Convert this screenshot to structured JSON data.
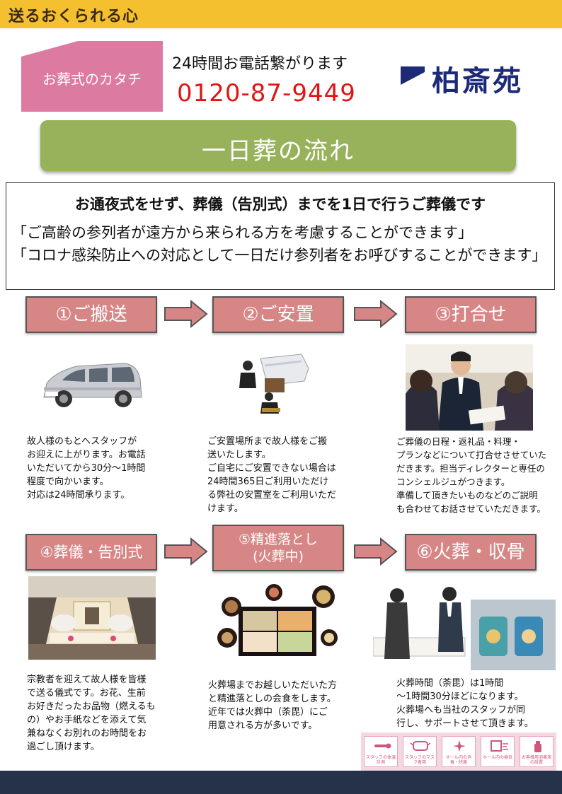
{
  "header": {
    "slogan": "送るおくられる心"
  },
  "brand": {
    "tag": "お葬式のカタチ",
    "hours": "24時間お電話繋がります",
    "phone": "0120-87-9449",
    "logo": "柏斎苑"
  },
  "title": "一日葬の流れ",
  "intro": {
    "heading": "お通夜式をせず、葬儀（告別式）までを1日で行うご葬儀です",
    "line1": "「ご高齢の参列者が遠方から来られる方を考慮することができます」",
    "line2": "「コロナ感染防止への対応として一日だけ参列者をお呼びすることができます」"
  },
  "steps": [
    {
      "label": "①ご搬送",
      "image": "minivan-photo",
      "desc": [
        "故人様のもとへスタッフが",
        "お迎えに上がります。お電話",
        "いただいてから30分～1時間",
        "程度で向かいます。",
        "対応は24時間承ります。"
      ]
    },
    {
      "label": "②ご安置",
      "image": "enshrinement-illustration",
      "desc": [
        "ご安置場所まで故人様をご搬",
        "送いたします。",
        "ご自宅にご安置できない場合は",
        "24時間365日ご利用いただけ",
        "る弊社の安置室をご利用いただ",
        "けます。"
      ]
    },
    {
      "label": "③打合せ",
      "image": "consultation-photo",
      "desc": [
        "ご葬儀の日程・返礼品・料理・",
        "プランなどについて打合せさせていた",
        "だきます。担当ディレクターと専任の",
        "コンシェルジュがつきます。",
        "準備して頂きたいものなどのご説明",
        "も合わせてお話させていただきます。"
      ]
    },
    {
      "label": "④葬儀・告別式",
      "image": "funeral-altar-photo",
      "desc": [
        "宗教者を迎えて故人様を皆様",
        "で送る儀式です。お花、生前",
        "お好きだったお品物（燃えるも",
        "の）やお手紙などを添えて気",
        "兼ねなくお別れのお時間をお",
        "過ごし頂けます。"
      ]
    },
    {
      "label_line1": "⑤精進落とし",
      "label_line2": "(火葬中)",
      "image": "meal-photo",
      "desc": [
        "火葬場までお越しいただいた方",
        "と精進落としの会食をします。",
        "近年では火葬中（荼毘）にご",
        "用意される方が多いです。"
      ]
    },
    {
      "label": "⑥火葬・収骨",
      "image": "bone-collection-illustration",
      "desc": [
        "火葬時間（荼毘）は1時間",
        "～1時間30分ほどになります。",
        "火葬場へも当社のスタッフが同",
        "行し、サポートさせて頂きます。"
      ]
    }
  ],
  "safety_badges": [
    {
      "icon": "thermometer-icon",
      "text": "スタッフの体温計測"
    },
    {
      "icon": "mask-icon",
      "text": "スタッフのマスク着用"
    },
    {
      "icon": "sparkle-icon",
      "text": "ホール内の消毒・除菌"
    },
    {
      "icon": "ventilation-icon",
      "text": "ホール内の換気"
    },
    {
      "icon": "spray-icon",
      "text": "お客様用消毒液の設置"
    }
  ],
  "colors": {
    "gold_bar": "#f5c030",
    "pink_tag": "#dd7aa1",
    "green_banner": "#97b25a",
    "step_box": "#d78686",
    "phone_red": "#e01515",
    "logo_navy": "#1d2a78",
    "footer": "#26324a"
  }
}
